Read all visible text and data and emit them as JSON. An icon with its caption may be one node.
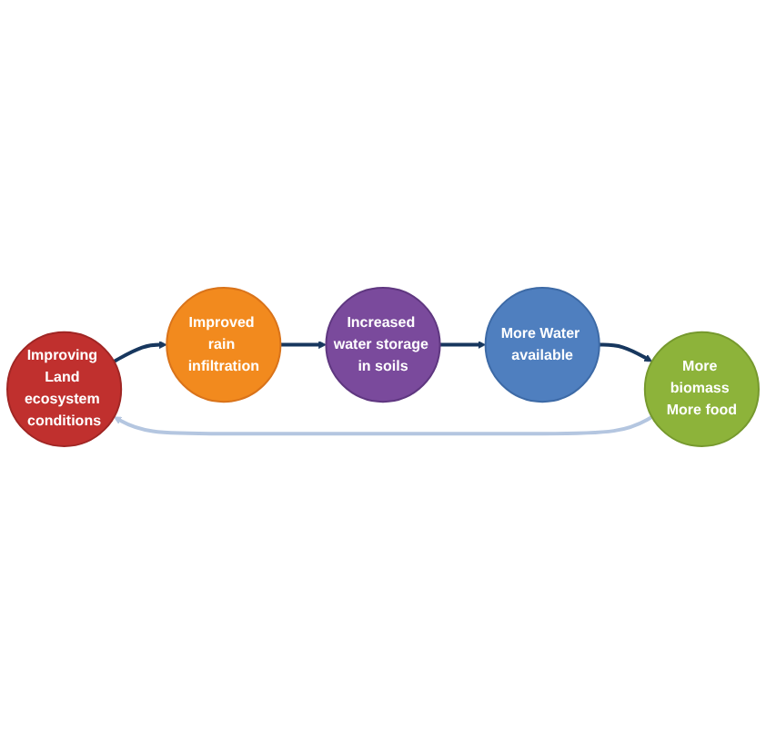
{
  "diagram": {
    "nodes": [
      {
        "text": [
          "Improving Land ecosystem conditions"
        ]
      },
      {
        "text": [
          "Improved rain infiltration"
        ]
      },
      {
        "text": [
          "Increased water storage in soils"
        ]
      },
      {
        "text": [
          "More Water available"
        ]
      },
      {
        "text": [
          "More biomass More food"
        ]
      }
    ],
    "edges": [
      {
        "from": 0,
        "to": 1,
        "arrow": "to"
      },
      {
        "from": 1,
        "to": 2,
        "arrow": "to"
      },
      {
        "from": 2,
        "to": 3,
        "arrow": "to"
      },
      {
        "from": 3,
        "to": 4,
        "arrow": "to"
      },
      {
        "from": 4,
        "to": 0,
        "arrow": "to",
        "color": "#b4c6e0"
      }
    ]
  }
}
